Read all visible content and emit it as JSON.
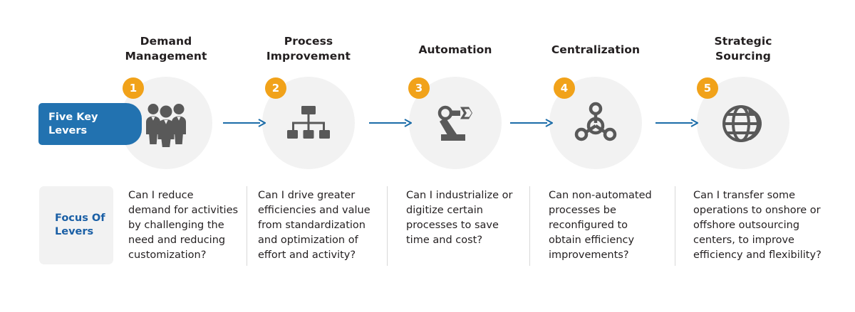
{
  "banner": {
    "levers_label": "Five Key\nLevers",
    "focus_label": "Focus Of\nLevers"
  },
  "colors": {
    "banner_blue": "#2272B0",
    "focus_text_blue": "#1A5FA5",
    "badge_orange": "#F1A21A",
    "circle_gray": "#F2F2F2",
    "icon_gray": "#595959",
    "arrow_blue": "#1B6CA8",
    "body_text": "#231F20",
    "divider_gray": "#D8D8D8"
  },
  "steps": [
    {
      "number": "1",
      "title": "Demand\nManagement",
      "icon": "people-group-icon",
      "focus_text": "Can I reduce demand for activities by challenging the need and reducing customization?"
    },
    {
      "number": "2",
      "title": "Process\nImprovement",
      "icon": "org-chart-icon",
      "focus_text": "Can I drive greater efficiencies and value from standardization and optimization of effort and activity?"
    },
    {
      "number": "3",
      "title": "Automation",
      "icon": "robot-arm-icon",
      "focus_text": "Can I industrialize or digitize certain processes to save time and cost?"
    },
    {
      "number": "4",
      "title": "Centralization",
      "icon": "hub-network-icon",
      "focus_text": "Can non-automated processes be reconfigured to obtain efficiency improvements?"
    },
    {
      "number": "5",
      "title": "Strategic\nSourcing",
      "icon": "globe-arrow-icon",
      "focus_text": "Can I transfer some operations to onshore or offshore outsourcing centers, to improve efficiency and flexibility?"
    }
  ]
}
